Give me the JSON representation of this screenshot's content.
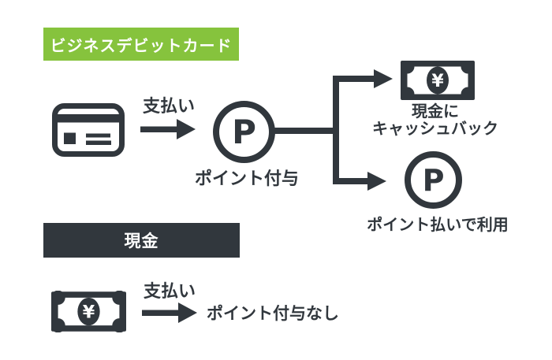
{
  "diagram_title": "debit-card-vs-cash-points-flow",
  "colors": {
    "accent_green": "#86C33D",
    "dark": "#31373D",
    "background": "#FFFFFF"
  },
  "glyphs": {
    "point": "P",
    "yen": "¥"
  },
  "debit_section": {
    "header": "ビジネスデビットカード",
    "payment": "支払い",
    "points_awarded": "ポイント付与",
    "cashback_line1": "現金に",
    "cashback_line2": "キャッシュバック",
    "use_points": "ポイント払いで利用"
  },
  "cash_section": {
    "header": "現金",
    "payment": "支払い",
    "no_points": "ポイント付与なし"
  }
}
